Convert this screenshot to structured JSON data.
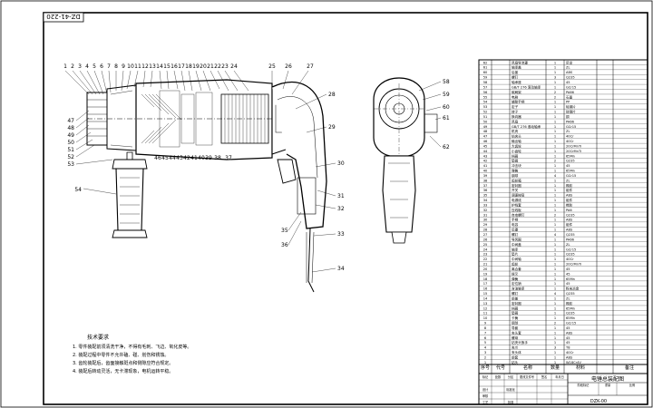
{
  "sheet": {
    "drawing_number_rotated": "DZ-41-220"
  },
  "part_callouts": {
    "top_row": [
      "1",
      "2",
      "3",
      "4",
      "5",
      "6",
      "7",
      "8",
      "9",
      "10",
      "11",
      "12",
      "13",
      "14",
      "15",
      "16",
      "17",
      "18",
      "19",
      "20",
      "21",
      "22",
      "23",
      "24",
      "25",
      "26",
      "27"
    ],
    "left_column": [
      "47",
      "48",
      "49",
      "50",
      "51",
      "52",
      "53",
      "54"
    ],
    "lower_row": [
      "46",
      "45",
      "44",
      "43",
      "42",
      "41",
      "40",
      "39",
      "38",
      "37"
    ],
    "right_side": [
      "28",
      "29",
      "30",
      "31",
      "32",
      "33",
      "34",
      "35",
      "36"
    ],
    "side_view": [
      "58",
      "59",
      "60",
      "61",
      "62"
    ]
  },
  "notes": {
    "heading": "技术要求",
    "lines": [
      "1. 零件装配前须清洗干净，不得有毛刺、飞边、氧化皮等。",
      "2. 装配过程中零件不允许磕、碰、划伤和锈蚀。",
      "3. 齿轮装配后，齿面接触斑点和侧隙应符合规定。",
      "4. 装配后转动灵活，无卡滞现象，电机运转平稳。"
    ]
  },
  "bom": {
    "rows": [
      {
        "no": "62",
        "name": "风扇导流罩",
        "qty": "1",
        "material": "尼龙"
      },
      {
        "no": "61",
        "name": "轴承盖",
        "qty": "1",
        "material": "ZL"
      },
      {
        "no": "60",
        "name": "后盖",
        "qty": "1",
        "material": "ABS"
      },
      {
        "no": "59",
        "name": "螺钉",
        "qty": "3",
        "material": "Q235"
      },
      {
        "no": "58",
        "name": "轴承座",
        "qty": "1",
        "material": "45"
      },
      {
        "no": "57",
        "name": "GB/T 276 滚动轴承",
        "qty": "1",
        "material": "GCr15"
      },
      {
        "no": "56",
        "name": "碳刷架",
        "qty": "2",
        "material": "PA66"
      },
      {
        "no": "55",
        "name": "电刷",
        "qty": "2",
        "material": "石墨"
      },
      {
        "no": "54",
        "name": "辅助手柄",
        "qty": "1",
        "material": "PP"
      },
      {
        "no": "53",
        "name": "定子",
        "qty": "1",
        "material": "硅钢片"
      },
      {
        "no": "52",
        "name": "转子",
        "qty": "1",
        "material": "硅钢片"
      },
      {
        "no": "51",
        "name": "换向器",
        "qty": "1",
        "material": "铜"
      },
      {
        "no": "50",
        "name": "风扇",
        "qty": "1",
        "material": "PA66"
      },
      {
        "no": "49",
        "name": "GB/T 276 滚动轴承",
        "qty": "1",
        "material": "GCr15"
      },
      {
        "no": "48",
        "name": "机壳",
        "qty": "1",
        "material": "ZL"
      },
      {
        "no": "47",
        "name": "钻夹头",
        "qty": "1",
        "material": "40Cr"
      },
      {
        "no": "46",
        "name": "输出轴",
        "qty": "1",
        "material": "40Cr"
      },
      {
        "no": "45",
        "name": "大齿轮",
        "qty": "1",
        "material": "20CrMnTi"
      },
      {
        "no": "44",
        "name": "小齿轮",
        "qty": "1",
        "material": "20CrMnTi"
      },
      {
        "no": "43",
        "name": "挡圈",
        "qty": "1",
        "material": "65Mn"
      },
      {
        "no": "42",
        "name": "垫圈",
        "qty": "2",
        "material": "Q235"
      },
      {
        "no": "41",
        "name": "冲击块",
        "qty": "1",
        "material": "45"
      },
      {
        "no": "40",
        "name": "弹簧",
        "qty": "1",
        "material": "65Mn"
      },
      {
        "no": "39",
        "name": "钢球",
        "qty": "4",
        "material": "GCr15"
      },
      {
        "no": "38",
        "name": "齿轮箱",
        "qty": "1",
        "material": "ZL"
      },
      {
        "no": "37",
        "name": "密封圈",
        "qty": "1",
        "material": "橡胶"
      },
      {
        "no": "36",
        "name": "开关",
        "qty": "1",
        "material": "组件"
      },
      {
        "no": "35",
        "name": "调速按钮",
        "qty": "1",
        "material": "ABS"
      },
      {
        "no": "34",
        "name": "电源线",
        "qty": "1",
        "material": "组件"
      },
      {
        "no": "33",
        "name": "护线套",
        "qty": "1",
        "material": "橡胶"
      },
      {
        "no": "32",
        "name": "压线板",
        "qty": "1",
        "material": "PA6"
      },
      {
        "no": "31",
        "name": "自攻螺钉",
        "qty": "2",
        "material": "Q235"
      },
      {
        "no": "30",
        "name": "手柄",
        "qty": "1",
        "material": "ABS"
      },
      {
        "no": "29",
        "name": "电容",
        "qty": "1",
        "material": "组件"
      },
      {
        "no": "28",
        "name": "后罩",
        "qty": "1",
        "material": "ABS"
      },
      {
        "no": "27",
        "name": "螺钉",
        "qty": "4",
        "material": "Q235"
      },
      {
        "no": "26",
        "name": "导风圈",
        "qty": "1",
        "material": "PA66"
      },
      {
        "no": "25",
        "name": "中间盖",
        "qty": "1",
        "material": "ZL"
      },
      {
        "no": "24",
        "name": "轴承",
        "qty": "1",
        "material": "GCr15"
      },
      {
        "no": "23",
        "name": "垫片",
        "qty": "1",
        "material": "Q235"
      },
      {
        "no": "22",
        "name": "中间轴",
        "qty": "1",
        "material": "40Cr"
      },
      {
        "no": "21",
        "name": "齿轮",
        "qty": "1",
        "material": "20CrMnTi"
      },
      {
        "no": "20",
        "name": "离合套",
        "qty": "1",
        "material": "45"
      },
      {
        "no": "19",
        "name": "拨叉",
        "qty": "1",
        "material": "45"
      },
      {
        "no": "18",
        "name": "弹簧",
        "qty": "1",
        "material": "65Mn"
      },
      {
        "no": "17",
        "name": "定位销",
        "qty": "1",
        "material": "45"
      },
      {
        "no": "16",
        "name": "含油轴承",
        "qty": "1",
        "material": "粉末冶金"
      },
      {
        "no": "15",
        "name": "螺钉",
        "qty": "4",
        "material": "Q235"
      },
      {
        "no": "14",
        "name": "前盖",
        "qty": "1",
        "material": "ZL"
      },
      {
        "no": "13",
        "name": "密封圈",
        "qty": "1",
        "material": "橡胶"
      },
      {
        "no": "12",
        "name": "挡圈",
        "qty": "1",
        "material": "65Mn"
      },
      {
        "no": "11",
        "name": "垫圈",
        "qty": "1",
        "material": "Q235"
      },
      {
        "no": "10",
        "name": "卡簧",
        "qty": "1",
        "material": "65Mn"
      },
      {
        "no": "9",
        "name": "钢球",
        "qty": "2",
        "material": "GCr15"
      },
      {
        "no": "8",
        "name": "导套",
        "qty": "1",
        "material": "45"
      },
      {
        "no": "7",
        "name": "夹头套",
        "qty": "1",
        "material": "ABS"
      },
      {
        "no": "6",
        "name": "螺母",
        "qty": "1",
        "material": "45"
      },
      {
        "no": "5",
        "name": "钻夹头扳手",
        "qty": "1",
        "material": "45"
      },
      {
        "no": "4",
        "name": "夹爪",
        "qty": "3",
        "material": "T8"
      },
      {
        "no": "3",
        "name": "夹头体",
        "qty": "1",
        "material": "40Cr"
      },
      {
        "no": "2",
        "name": "前套",
        "qty": "1",
        "material": "ABS"
      },
      {
        "no": "1",
        "name": "钻头",
        "qty": "1",
        "material": "W18Cr4V"
      }
    ],
    "header": {
      "no": "序号",
      "code": "代号",
      "name": "名称",
      "qty": "数量",
      "material": "材料",
      "remark": "备注"
    }
  },
  "title_block": {
    "product_name": "电锤总装配图",
    "drawing_code": "DZK-00",
    "labels": [
      "标记",
      "处数",
      "分区",
      "更改文件号",
      "签名",
      "年月日",
      "设计",
      "标准化",
      "审核",
      "工艺",
      "批准",
      "阶段标记",
      "重量",
      "比例"
    ]
  }
}
